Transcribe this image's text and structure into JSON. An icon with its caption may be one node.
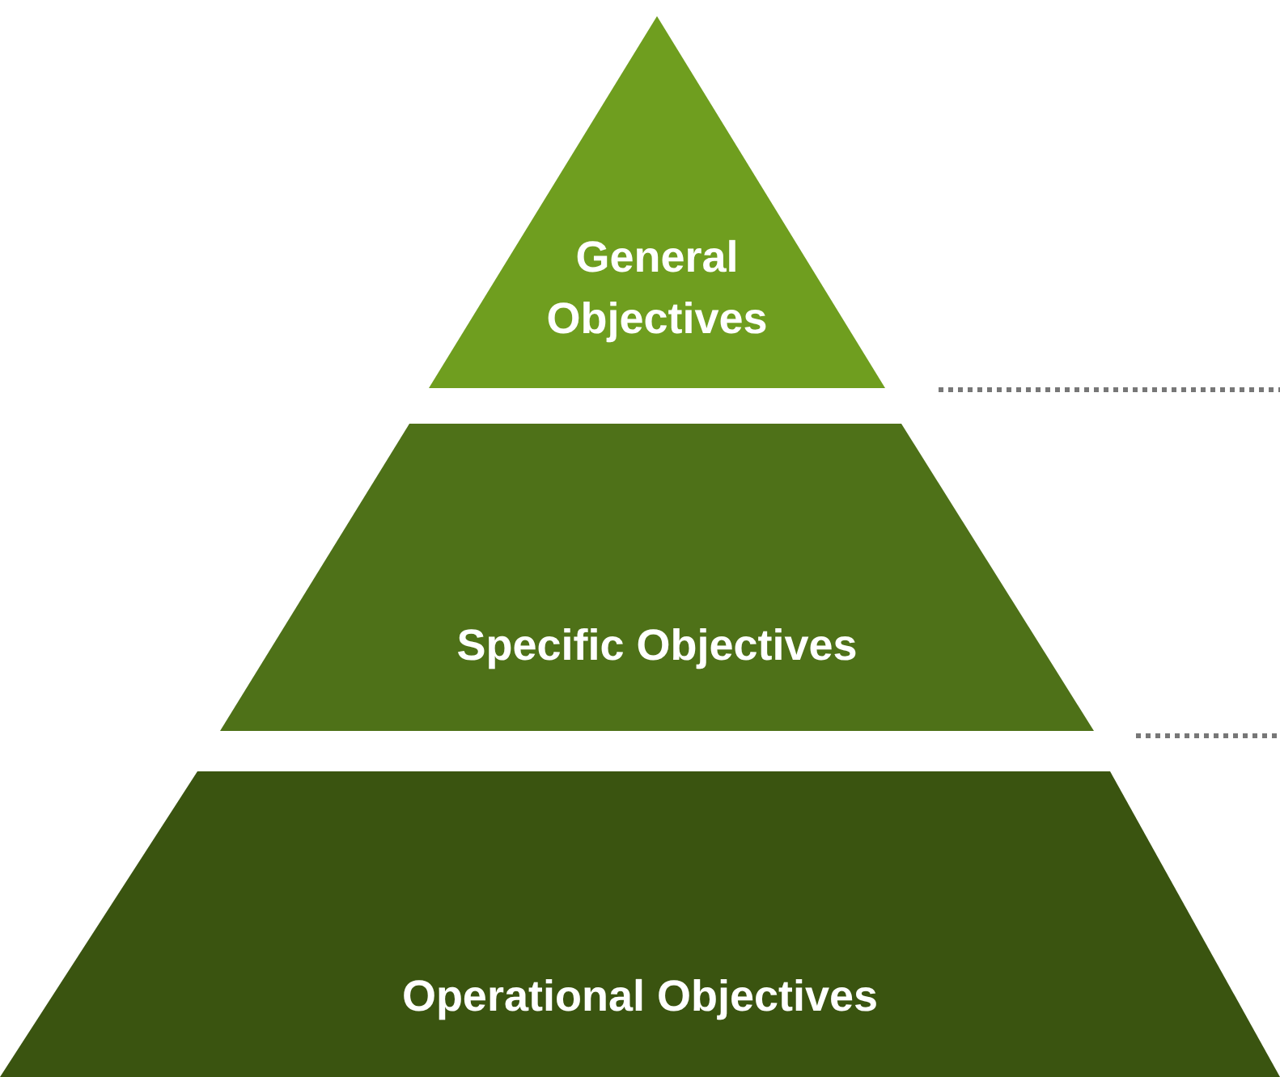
{
  "diagram": {
    "nodes": [
      {
        "text": [
          "General Objectives"
        ]
      },
      {
        "text": [
          "Specific Objectives"
        ]
      },
      {
        "text": [
          "Operational Objectives"
        ]
      }
    ]
  }
}
